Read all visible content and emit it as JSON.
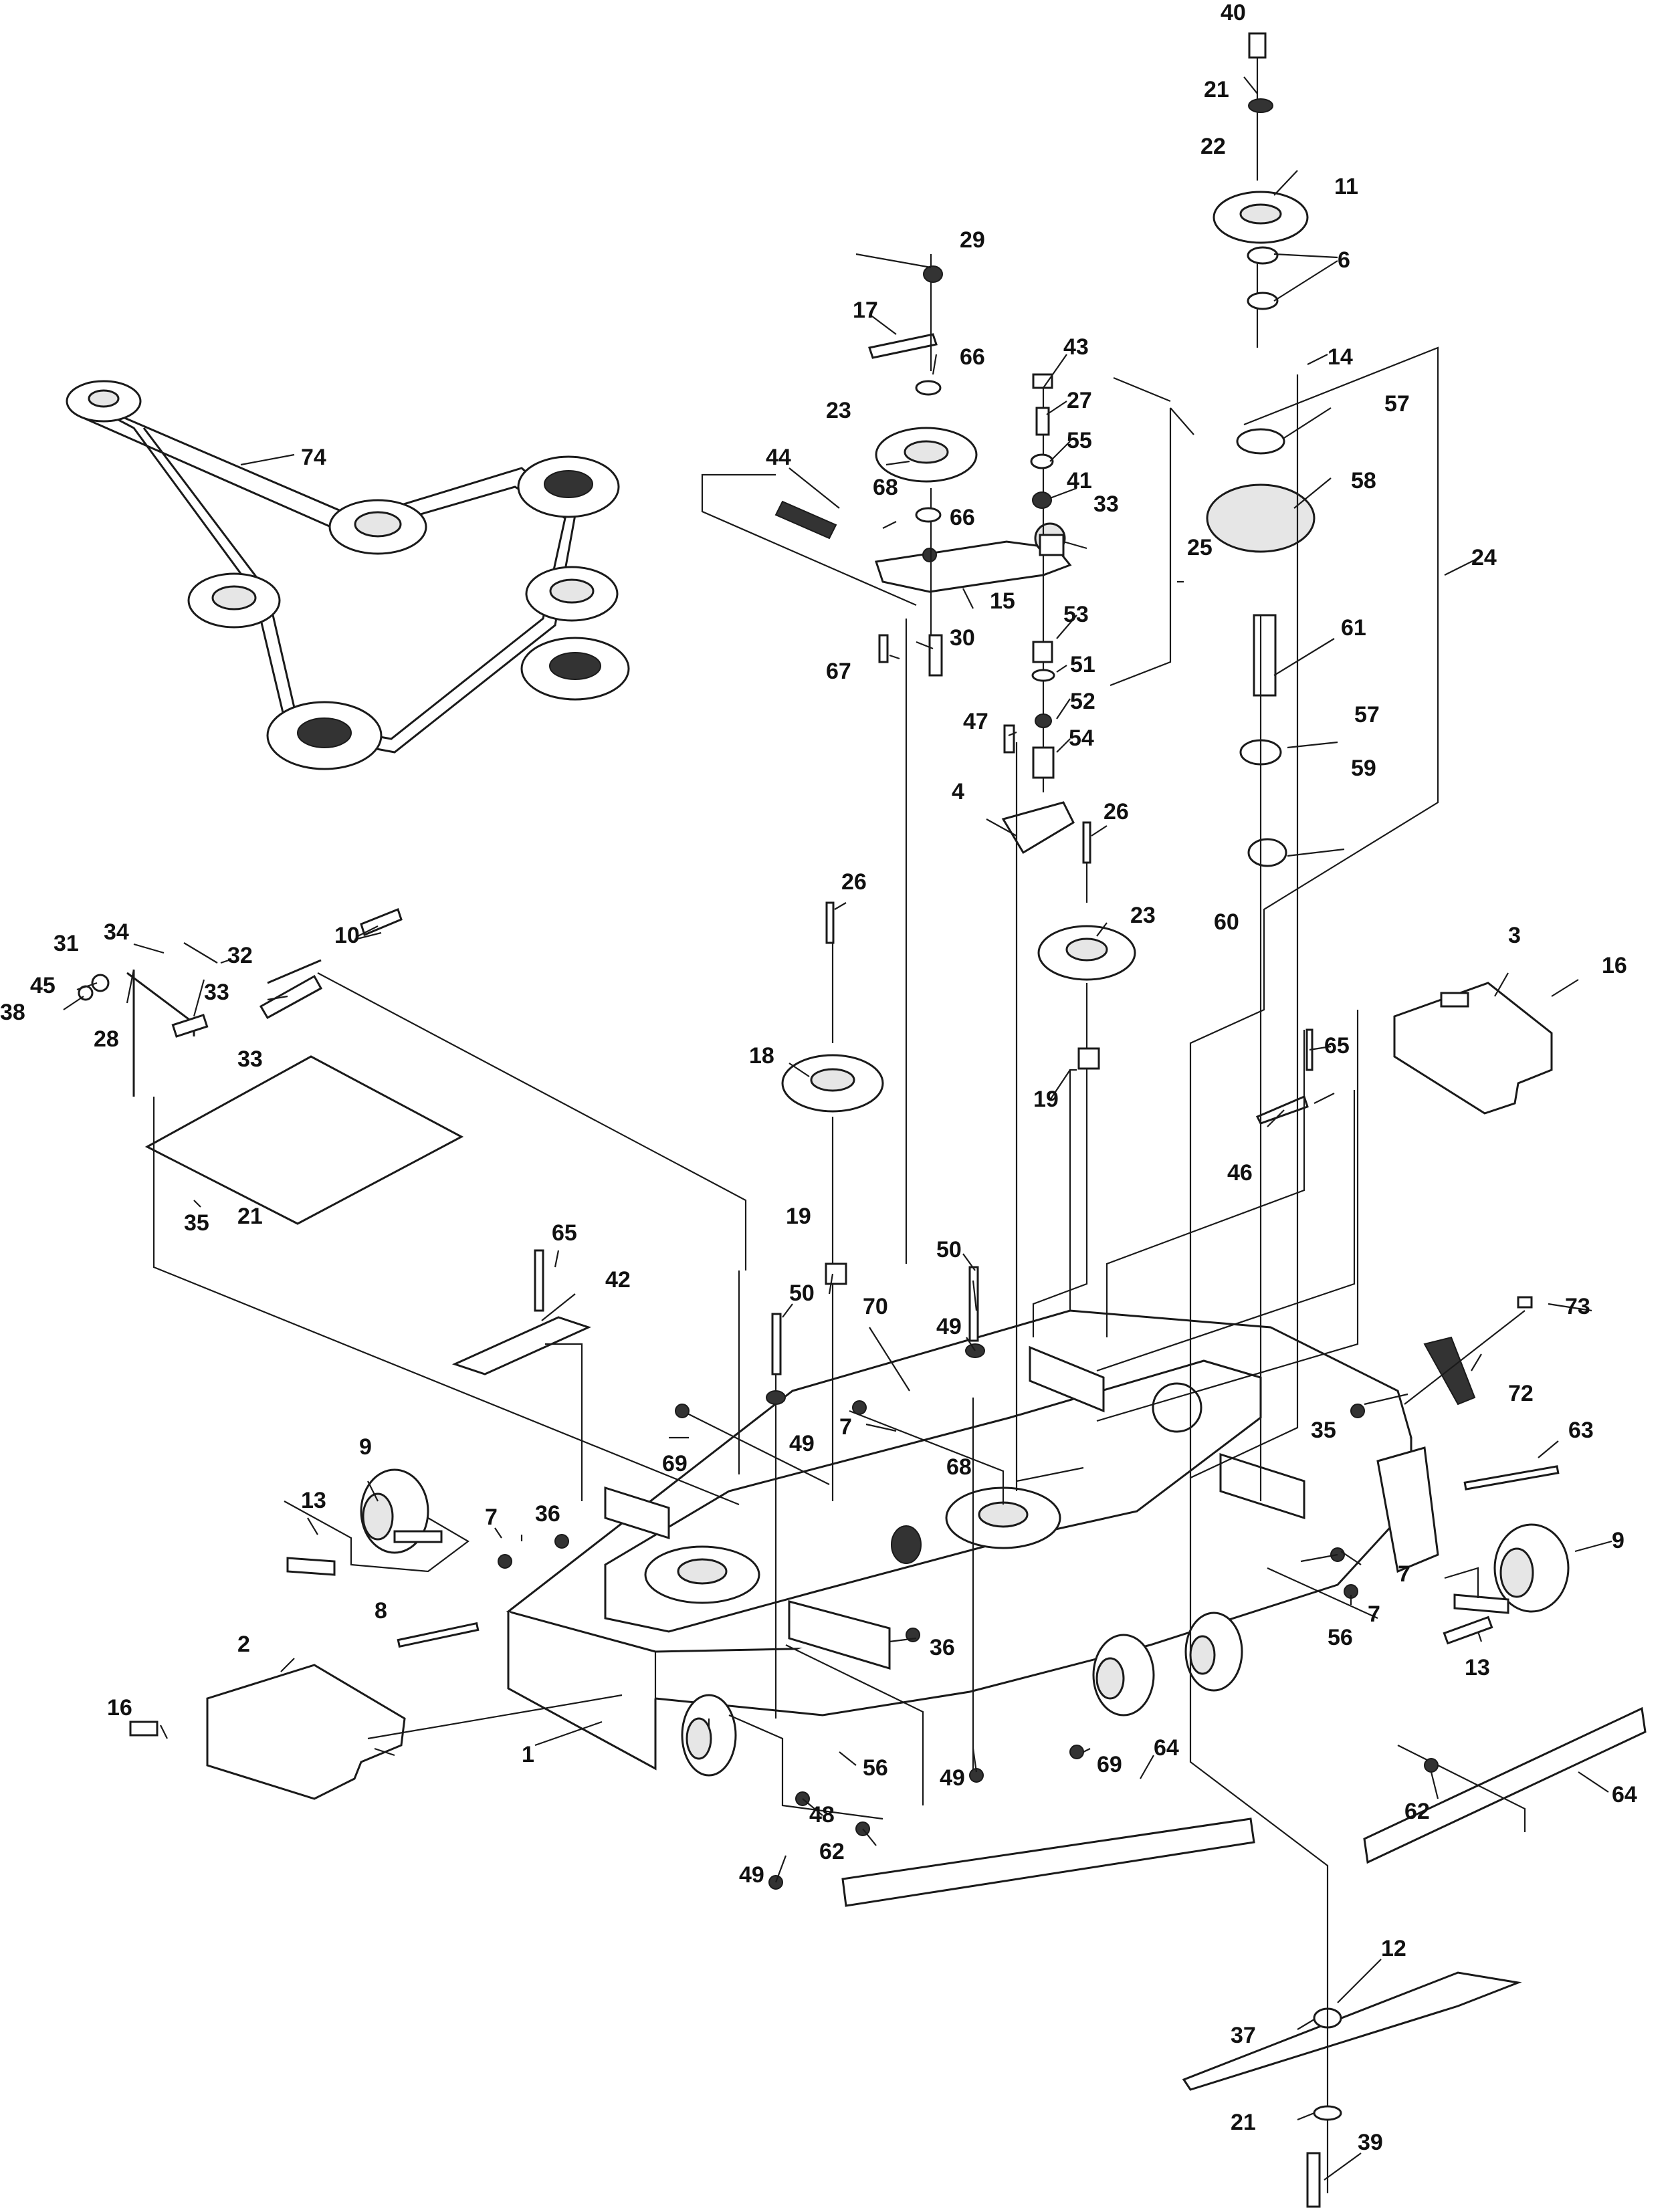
{
  "callouts": [
    {
      "id": "40",
      "text": "40"
    },
    {
      "id": "21a",
      "text": "21"
    },
    {
      "id": "22",
      "text": "22"
    },
    {
      "id": "11",
      "text": "11"
    },
    {
      "id": "6",
      "text": "6"
    },
    {
      "id": "29",
      "text": "29"
    },
    {
      "id": "17",
      "text": "17"
    },
    {
      "id": "66a",
      "text": "66"
    },
    {
      "id": "43",
      "text": "43"
    },
    {
      "id": "14",
      "text": "14"
    },
    {
      "id": "27",
      "text": "27"
    },
    {
      "id": "57a",
      "text": "57"
    },
    {
      "id": "23a",
      "text": "23"
    },
    {
      "id": "55",
      "text": "55"
    },
    {
      "id": "74",
      "text": "74"
    },
    {
      "id": "44",
      "text": "44"
    },
    {
      "id": "68a",
      "text": "68"
    },
    {
      "id": "41",
      "text": "41"
    },
    {
      "id": "33a",
      "text": "33"
    },
    {
      "id": "58",
      "text": "58"
    },
    {
      "id": "66b",
      "text": "66"
    },
    {
      "id": "25",
      "text": "25"
    },
    {
      "id": "24",
      "text": "24"
    },
    {
      "id": "15",
      "text": "15"
    },
    {
      "id": "53",
      "text": "53"
    },
    {
      "id": "61",
      "text": "61"
    },
    {
      "id": "30",
      "text": "30"
    },
    {
      "id": "67",
      "text": "67"
    },
    {
      "id": "51",
      "text": "51"
    },
    {
      "id": "52",
      "text": "52"
    },
    {
      "id": "57b",
      "text": "57"
    },
    {
      "id": "47",
      "text": "47"
    },
    {
      "id": "54",
      "text": "54"
    },
    {
      "id": "59",
      "text": "59"
    },
    {
      "id": "4",
      "text": "4"
    },
    {
      "id": "26a",
      "text": "26"
    },
    {
      "id": "26b",
      "text": "26"
    },
    {
      "id": "23b",
      "text": "23"
    },
    {
      "id": "60",
      "text": "60"
    },
    {
      "id": "3",
      "text": "3"
    },
    {
      "id": "16a",
      "text": "16"
    },
    {
      "id": "34",
      "text": "34"
    },
    {
      "id": "31",
      "text": "31"
    },
    {
      "id": "10",
      "text": "10"
    },
    {
      "id": "32",
      "text": "32"
    },
    {
      "id": "45",
      "text": "45"
    },
    {
      "id": "38",
      "text": "38"
    },
    {
      "id": "33b",
      "text": "33"
    },
    {
      "id": "28",
      "text": "28"
    },
    {
      "id": "33c",
      "text": "33"
    },
    {
      "id": "18",
      "text": "18"
    },
    {
      "id": "19a",
      "text": "19"
    },
    {
      "id": "65a",
      "text": "65"
    },
    {
      "id": "46",
      "text": "46"
    },
    {
      "id": "35a",
      "text": "35"
    },
    {
      "id": "21b",
      "text": "21"
    },
    {
      "id": "19b",
      "text": "19"
    },
    {
      "id": "65b",
      "text": "65"
    },
    {
      "id": "50a",
      "text": "50"
    },
    {
      "id": "42",
      "text": "42"
    },
    {
      "id": "73",
      "text": "73"
    },
    {
      "id": "50b",
      "text": "50"
    },
    {
      "id": "70",
      "text": "70"
    },
    {
      "id": "49a",
      "text": "49"
    },
    {
      "id": "72",
      "text": "72"
    },
    {
      "id": "7a",
      "text": "7"
    },
    {
      "id": "69a",
      "text": "69"
    },
    {
      "id": "49b",
      "text": "49"
    },
    {
      "id": "35b",
      "text": "35"
    },
    {
      "id": "63",
      "text": "63"
    },
    {
      "id": "68b",
      "text": "68"
    },
    {
      "id": "9a",
      "text": "9"
    },
    {
      "id": "13a",
      "text": "13"
    },
    {
      "id": "7b",
      "text": "7"
    },
    {
      "id": "36a",
      "text": "36"
    },
    {
      "id": "9b",
      "text": "9"
    },
    {
      "id": "7c",
      "text": "7"
    },
    {
      "id": "7d",
      "text": "7"
    },
    {
      "id": "56a",
      "text": "56"
    },
    {
      "id": "8",
      "text": "8"
    },
    {
      "id": "36b",
      "text": "36"
    },
    {
      "id": "13b",
      "text": "13"
    },
    {
      "id": "2",
      "text": "2"
    },
    {
      "id": "16b",
      "text": "16"
    },
    {
      "id": "69b",
      "text": "69"
    },
    {
      "id": "1",
      "text": "1"
    },
    {
      "id": "56b",
      "text": "56"
    },
    {
      "id": "49c",
      "text": "49"
    },
    {
      "id": "64a",
      "text": "64"
    },
    {
      "id": "64b",
      "text": "64"
    },
    {
      "id": "48",
      "text": "48"
    },
    {
      "id": "62a",
      "text": "62"
    },
    {
      "id": "62b",
      "text": "62"
    },
    {
      "id": "49d",
      "text": "49"
    },
    {
      "id": "12",
      "text": "12"
    },
    {
      "id": "37",
      "text": "37"
    },
    {
      "id": "21c",
      "text": "21"
    },
    {
      "id": "39",
      "text": "39"
    }
  ]
}
